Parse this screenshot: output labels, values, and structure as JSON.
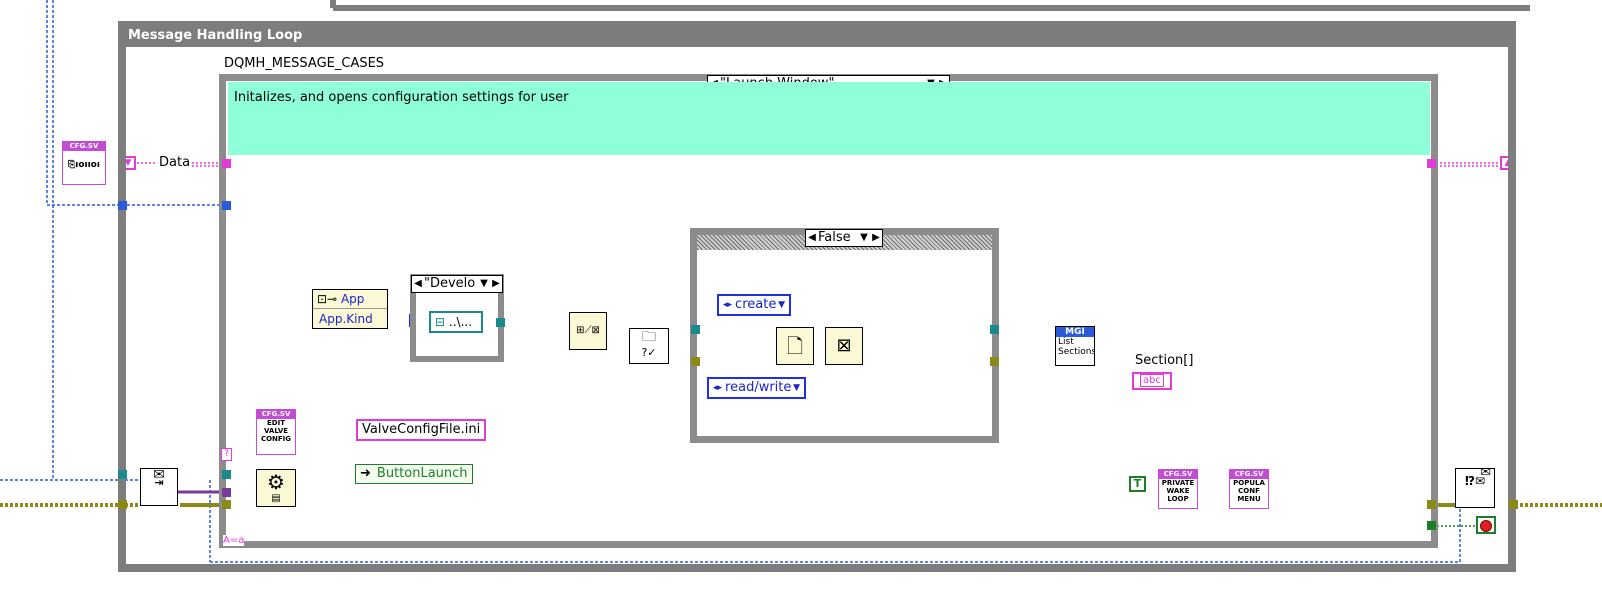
{
  "loop": {
    "title": "Message Handling Loop"
  },
  "case_structure": {
    "label": "DQMH_MESSAGE_CASES",
    "selector_value": "\"Launch Window\"",
    "comment": "Initalizes, and opens configuration settings for user"
  },
  "shift_register": {
    "data_label": "Data"
  },
  "nodes": {
    "cfg_sv": "CFG.SV",
    "edit_valve_config": [
      "EDIT",
      "VALVE",
      "CONFIG"
    ],
    "private_wake_loop": [
      "PRIVATE",
      "WAKE",
      "LOOP"
    ],
    "populate_conf_menu": [
      "POPULA",
      "CONF",
      "MENU"
    ],
    "property_node_class": "App",
    "property_node_prop": "App.Kind",
    "list_sections": [
      "MGI",
      "List",
      "Sections"
    ]
  },
  "inner_case": {
    "selector_value": "\"Develo",
    "path_constant": "..\\..."
  },
  "false_case": {
    "selector_value": "False",
    "create": "create",
    "read_write": "read/write"
  },
  "constants": {
    "config_file": "ValveConfigFile.ini",
    "button_launch": "ButtonLaunch",
    "section_array": "Section[]",
    "abc": "abc",
    "bool_true": "T",
    "case_sensitivity": "A=a"
  },
  "colors": {
    "loop_border": "#7d7d7d",
    "comment_bg": "#8fffda",
    "wire_pink": "#e33ad8",
    "wire_teal": "#1b8a8c",
    "wire_blue": "#2a5bd8",
    "wire_olive": "#8c8a17",
    "vi_header": "#c34bd6"
  }
}
